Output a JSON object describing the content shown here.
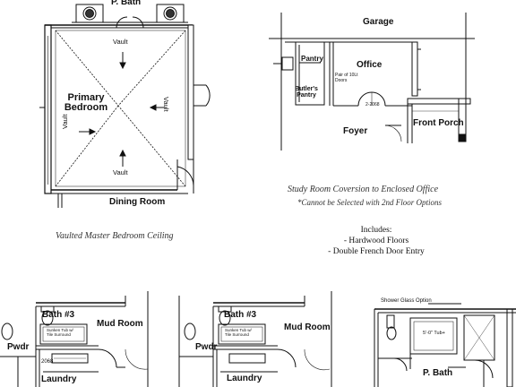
{
  "top_left_plan": {
    "bath_label": "P. Bath",
    "bedroom_label": "Primary\nBedroom",
    "vault_labels": [
      "Vault",
      "Vault",
      "Vault",
      "Vault"
    ],
    "dining_label": "Dining Room",
    "caption": "Vaulted Master Bedroom Ceiling"
  },
  "top_right_plan": {
    "garage_label": "Garage",
    "pantry_label": "Pantry",
    "office_label": "Office",
    "butlers_pantry_label": "Butler's\nPantry",
    "door_note": "Pair of 10Lt\nDoors",
    "door_size": "2-2068",
    "foyer_label": "Foyer",
    "front_porch_label": "Front Porch",
    "caption_title": "Study Room Coversion to Enclosed Office",
    "caption_note": "*Cannot be Selected with 2nd Floor Options",
    "includes_title": "Includes:",
    "includes_items": [
      "- Hardwood Floors",
      "- Double French Door Entry"
    ]
  },
  "bottom_plans": [
    {
      "bath_label": "Bath #3",
      "tub_note": "Sunken Tub w/\nTile Surround",
      "pwdr_label": "Pwdr",
      "mud_label": "Mud Room",
      "laundry_label": "Laundry",
      "door_size": "2068"
    },
    {
      "bath_label": "Bath #3",
      "tub_note": "Sunken Tub w/\nTile Surround",
      "pwdr_label": "Pwdr",
      "mud_label": "Mud Room",
      "laundry_label": "Laundry"
    }
  ],
  "bottom_right_plan": {
    "glass_option": "Shower Glass Option",
    "tub_label": "5'-0\" Tub+",
    "bath_label": "P. Bath"
  }
}
